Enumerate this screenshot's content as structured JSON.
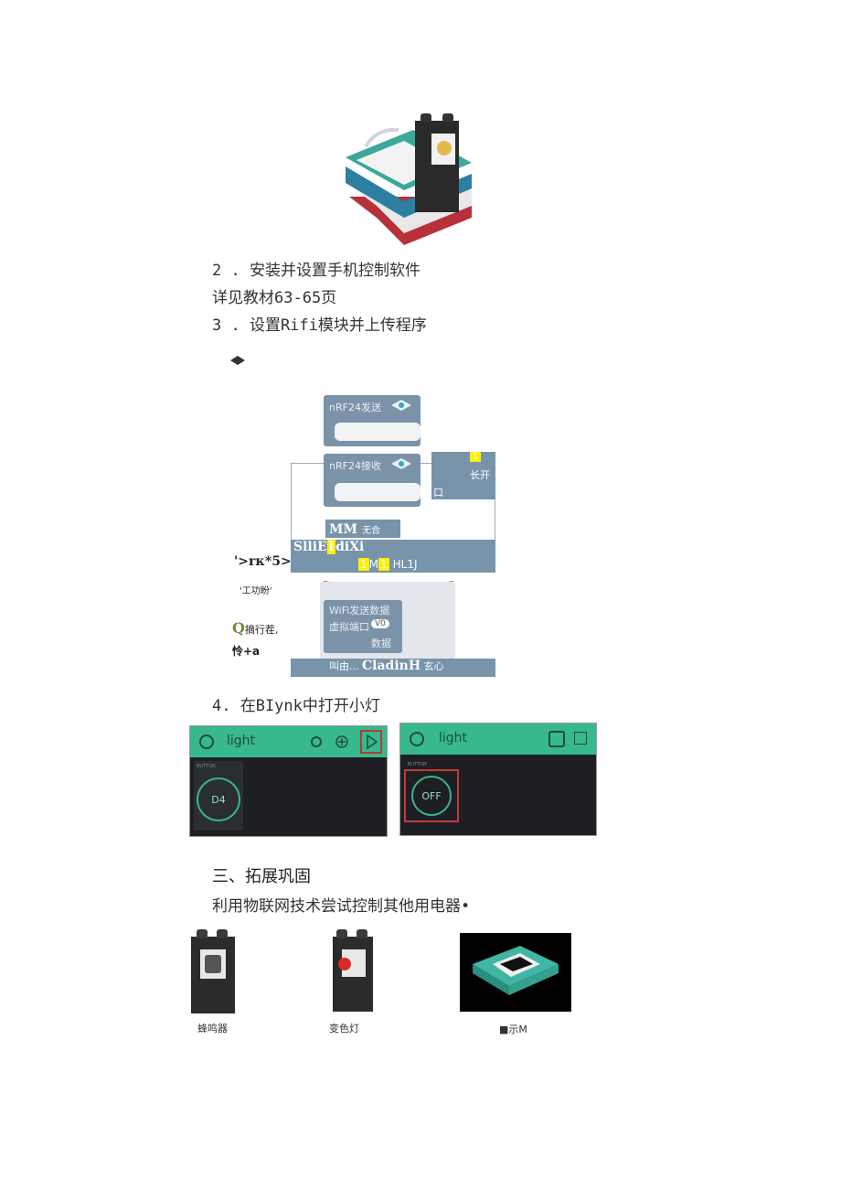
{
  "steps": {
    "step2": [
      "2 . 安装并设置手机控制软件",
      "详见教材63-65页"
    ],
    "step3": "3 . 设置Rifi模块并上传程序",
    "step4": "4. 在BIynk中打开小灯"
  },
  "code_blocks": {
    "send_block": "nRF24发送",
    "recv_block": "nRF24接收",
    "side_top": "1",
    "side_mid": "长开",
    "side_low": "口",
    "mm_label": "MM",
    "mm_suffix": "无合",
    "sllie_a": "SlliE",
    "sllie_hl": "l",
    "sllie_b": "diXi",
    "row3_hl1": "1",
    "row3_a": "M",
    "row3_hl2": "1",
    "row3_b": "HL1J",
    "wifi_title": "WiFi发送数据",
    "wifi_port": "虚拟端口",
    "wifi_badge": "V0",
    "wifi_data": "数据",
    "bottom_a": "叫由...",
    "bottom_b": "CladinH",
    "bottom_c": "玄心"
  },
  "side_notes": {
    "n1": "'>rκ*5>",
    "n2": "'工功盼'",
    "n3_q": "Q",
    "n3_rest": "摘行茬,",
    "n4": "怜+a"
  },
  "phones": [
    {
      "title": "light",
      "widget_label": "BUTTON",
      "button_text": "D4",
      "colors": {
        "header": "#37b88f",
        "body": "#1d1f22"
      }
    },
    {
      "title": "light",
      "widget_label": "BUTTON",
      "button_text": "OFF",
      "colors": {
        "header": "#37b88f",
        "body": "#1d1f22"
      }
    }
  ],
  "section3": {
    "heading": "三、拓展巩固",
    "text": "利用物联网技术尝试控制其他用电器•"
  },
  "products": [
    {
      "caption": "蜂鸣器"
    },
    {
      "caption": "变色灯"
    },
    {
      "caption": "■示M"
    }
  ]
}
